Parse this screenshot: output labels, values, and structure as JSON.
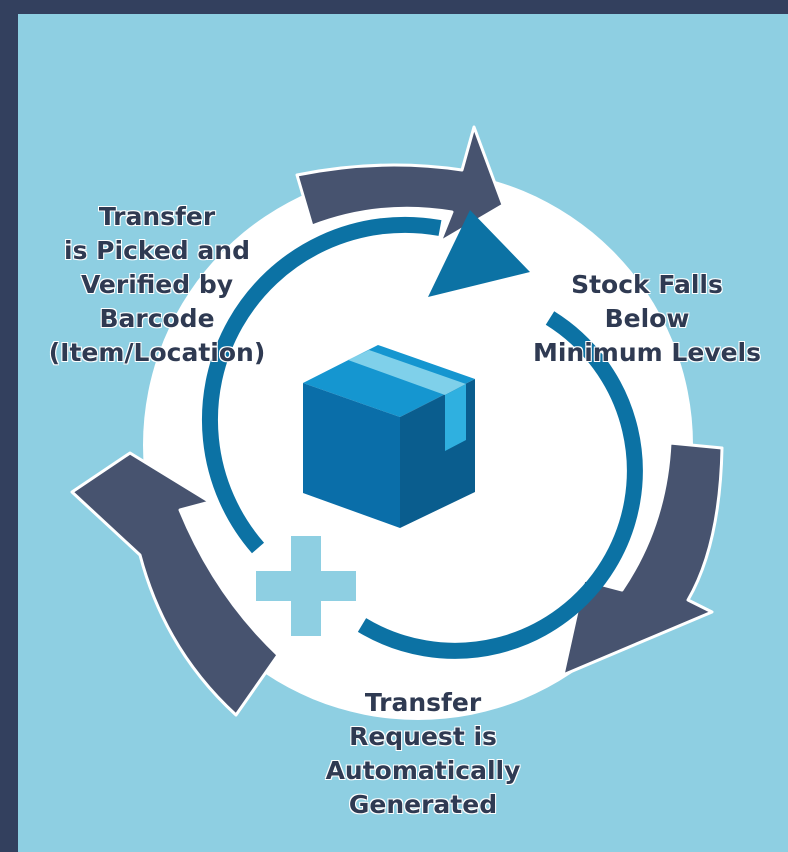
{
  "colors": {
    "background": "#8ecfe2",
    "frame": "#33405e",
    "outer_arrows": "#47536f",
    "inner_ring": "#0c72a4",
    "circle": "#ffffff",
    "box_front": "#0a6ea9",
    "box_side": "#0a5d8e",
    "box_top": "#1596d0",
    "tape": "#7fd0ea",
    "plus": "#8ecfe2",
    "text": "#2f3a52"
  },
  "icons": [
    "box-icon",
    "plus-icon",
    "cycle-arrows"
  ],
  "steps": {
    "stock_falls": {
      "lines": [
        "Stock Falls",
        "Below",
        "Minimum Levels"
      ]
    },
    "request_generated": {
      "lines": [
        "Transfer",
        "Request is",
        "Automatically",
        "Generated"
      ]
    },
    "picked_verified": {
      "lines": [
        "Transfer",
        "is Picked and",
        "Verified by",
        "Barcode",
        "(Item/Location)"
      ]
    }
  }
}
